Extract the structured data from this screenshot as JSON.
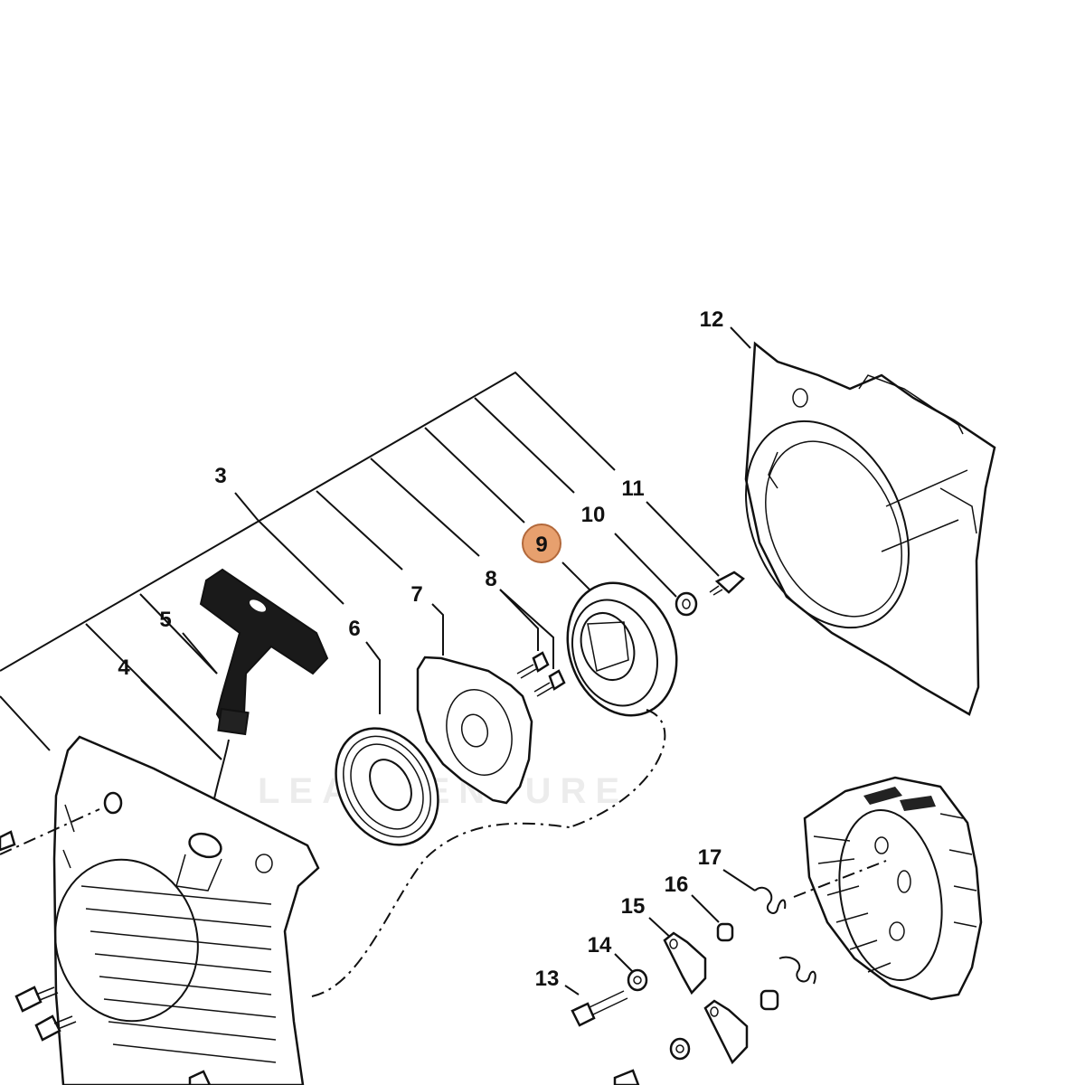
{
  "diagram": {
    "watermark_text": "LEADVENTURE",
    "highlight_color": "#e7a06e",
    "highlight_border": "#b2683a",
    "highlighted_part": "9",
    "labels": {
      "p3": "3",
      "p4": "4",
      "p5": "5",
      "p6": "6",
      "p7": "7",
      "p8": "8",
      "p9": "9",
      "p10": "10",
      "p11": "11",
      "p12": "12",
      "p13": "13",
      "p14": "14",
      "p15": "15",
      "p16": "16",
      "p17": "17"
    }
  }
}
